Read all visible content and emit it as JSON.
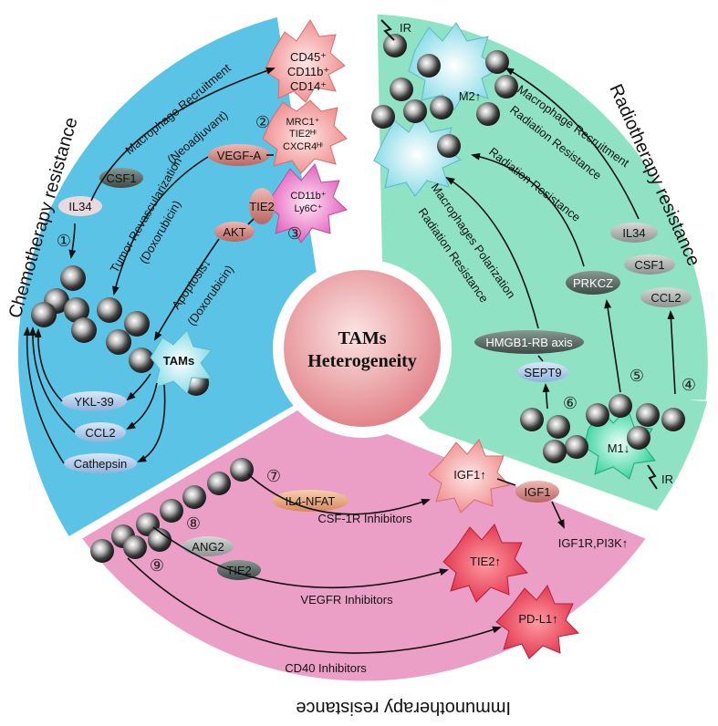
{
  "center": {
    "line1": "TAMs",
    "line2": "Heterogeneity"
  },
  "sections": {
    "chemo": "Chemotherapy resistance",
    "radio": "Radiotherapy resistance",
    "immuno": "Immunotherapy resistance"
  },
  "chemo": {
    "macrophage_recruitment": "Macrophage Recruitment",
    "neoadjuvant": "(Neoadjuvant)",
    "cd45": "CD45⁺",
    "cd11b": "CD11b⁺",
    "cd14": "CD14⁺",
    "mrc1": "MRC1⁺",
    "tie2hi": "TIE2ᴴⁱ",
    "cxcr4hi": "CXCR4ᴴⁱ",
    "vegfa": "VEGF-A",
    "tumor_revasc": "Tumor Revascularization",
    "doxorubicin1": "(Doxorubicin)",
    "tie2": "TIE2",
    "cd11b_ly6c_1": "CD11b⁺",
    "cd11b_ly6c_2": "Ly6C⁺",
    "akt": "AKT",
    "apoptosis": "Apoptosis↓",
    "doxorubicin2": "(Doxorubicin)",
    "csf1": "CSF1",
    "il34": "IL34",
    "tams": "TAMs",
    "ykl39": "YKL-39",
    "ccl2": "CCL2",
    "cathepsin": "Cathepsin",
    "n1": "①",
    "n2": "②",
    "n3": "③"
  },
  "radio": {
    "ir_top": "IR",
    "m2": "M2↑",
    "macrophage_recruitment": "Macrophage Recruitment",
    "radiation_resistance1": "Radiation Resistance",
    "radiation_resistance2": "Radiation Resistance",
    "macrophages_polarization": "Macrophages Polarization",
    "radiation_resistance3": "Radiation Resistance",
    "il34": "IL34",
    "csf1": "CSF1",
    "ccl2": "CCL2",
    "prkcz": "PRKCZ",
    "hmgb1": "HMGB1-RB axis",
    "sept9": "SEPT9",
    "m1": "M1↓",
    "ir_bottom": "IR",
    "n4": "④",
    "n5": "⑤",
    "n6": "⑥"
  },
  "immuno": {
    "il4nfat": "IL4-NFAT",
    "csf1r": "CSF-1R Inhibitors",
    "igf1up": "IGF1↑",
    "igf1": "IGF1",
    "igf1r": "IGF1R,PI3K↑",
    "ang2": "ANG2",
    "tie2": "TIE2",
    "vegfr": "VEGFR Inhibitors",
    "tie2up": "TIE2↑",
    "pdl1": "PD-L1↑",
    "cd40": "CD40 Inhibitors",
    "n7": "⑦",
    "n8": "⑧",
    "n9": "⑨"
  },
  "colors": {
    "chemo_bg": "#5bc4e6",
    "radio_bg": "#8fe3c4",
    "immuno_bg": "#ec9fc6",
    "center": "#e88f93"
  }
}
